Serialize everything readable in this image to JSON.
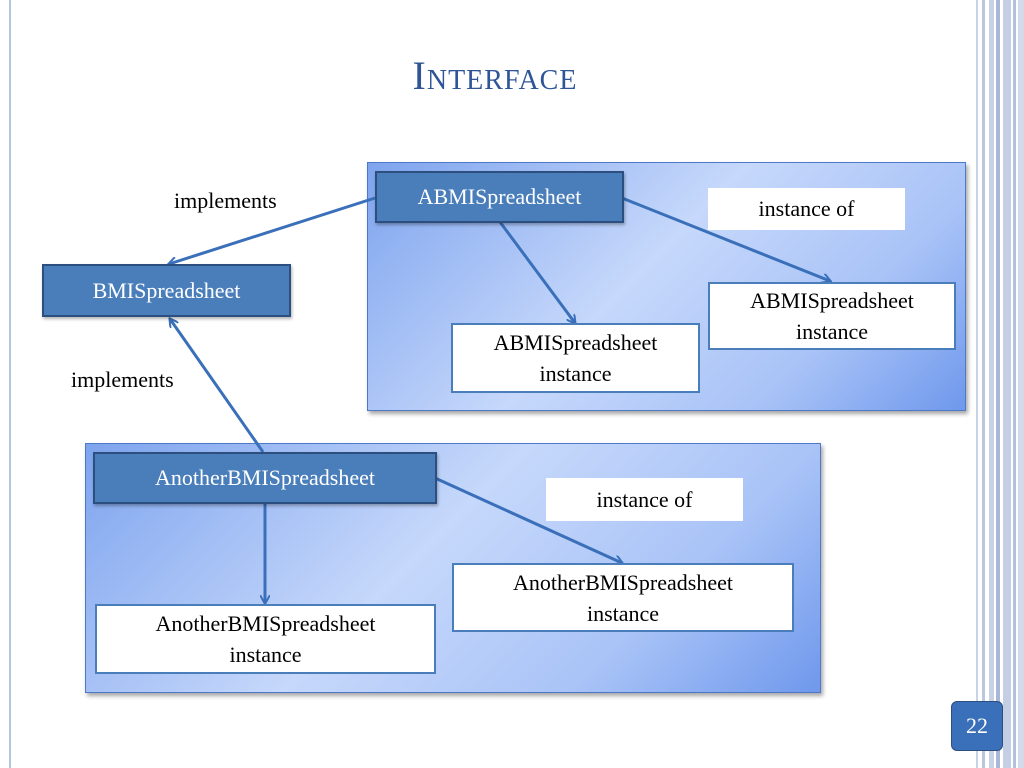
{
  "slide": {
    "title": "Interface",
    "page_number": "22"
  },
  "diagram": {
    "interface_box": {
      "label": "BMISpreadsheet"
    },
    "class_a": {
      "label": "ABMISpreadsheet",
      "instance_of_label": "instance of",
      "instance_left": {
        "line1": "ABMISpreadsheet",
        "line2": "instance"
      },
      "instance_right": {
        "line1": "ABMISpreadsheet",
        "line2": "instance"
      }
    },
    "class_b": {
      "label": "AnotherBMISpreadsheet",
      "instance_of_label": "instance of",
      "instance_left": {
        "line1": "AnotherBMISpreadsheet",
        "line2": "instance"
      },
      "instance_right": {
        "line1": "AnotherBMISpreadsheet",
        "line2": "instance"
      }
    },
    "implements_label_top": "implements",
    "implements_label_bottom": "implements"
  },
  "colors": {
    "title": "#2f5597",
    "class_box_fill": "#4a7ebb",
    "arrow": "#3a6fba",
    "panel_gradient": [
      "#7ea4ee",
      "#c6d8fb",
      "#6f98ec"
    ]
  }
}
